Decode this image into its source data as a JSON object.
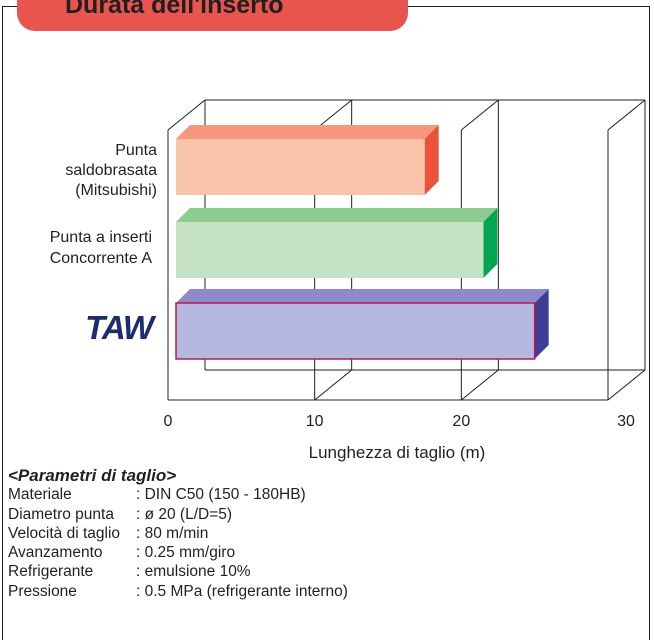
{
  "header": {
    "title": "Durata dell'inserto"
  },
  "chart_data": {
    "type": "bar",
    "orientation": "horizontal",
    "categories": [
      "Punta saldobrasata (Mitsubishi)",
      "Punta a inserti Concorrente A",
      "TAW"
    ],
    "category_lines": [
      [
        "Punta",
        "saldobrasata",
        "(Mitsubishi)"
      ],
      [
        "Punta a inserti",
        "Concorrente A"
      ]
    ],
    "logo_text": "TAW",
    "values": [
      17.5,
      21.5,
      25
    ],
    "xlabel": "Lunghezza di taglio (m)",
    "xlim": [
      0,
      30
    ],
    "xticks": [
      "0",
      "10",
      "20",
      "30"
    ],
    "colors": [
      {
        "front": "#f8c4a9",
        "top": "#f4977a",
        "side": "#e8533a",
        "border": "#e8533a"
      },
      {
        "front": "#c5e2c4",
        "top": "#8ecb90",
        "side": "#00a651",
        "border": "#00a651"
      },
      {
        "front": "#b5b8df",
        "top": "#8c8ac8",
        "side": "#3f3e96",
        "border": "#c0184d"
      }
    ],
    "grid": true
  },
  "params": {
    "title": "<Parametri di taglio>",
    "rows": [
      {
        "name": "Materiale",
        "value": ": DIN C50 (150 - 180HB)"
      },
      {
        "name": "Diametro punta",
        "value": ": ø 20 (L/D=5)"
      },
      {
        "name": "Velocità di taglio",
        "value": ": 80 m/min"
      },
      {
        "name": "Avanzamento",
        "value": ": 0.25 mm/giro"
      },
      {
        "name": "Refrigerante",
        "value": ": emulsione 10%"
      },
      {
        "name": "Pressione",
        "value": ": 0.5 MPa (refrigerante interno)"
      }
    ]
  }
}
